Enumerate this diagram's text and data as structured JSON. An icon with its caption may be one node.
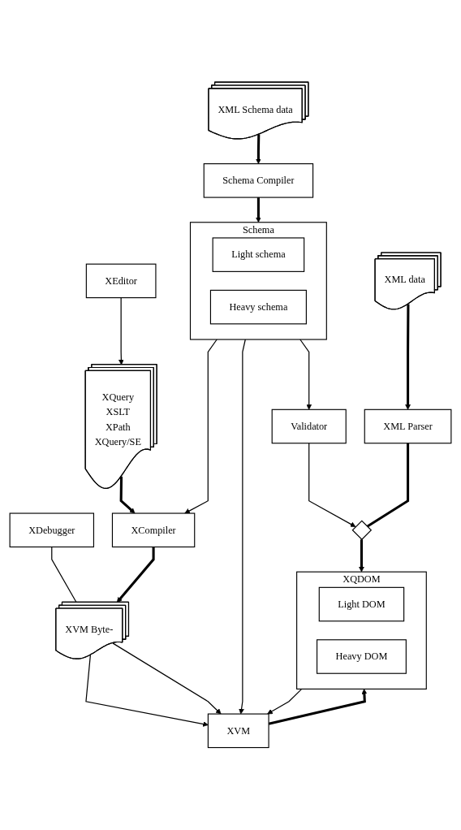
{
  "diagram": {
    "nodes": [
      {
        "text": [
          "XEditor"
        ]
      },
      {
        "text": [
          "XDebugger"
        ]
      },
      {
        "text": [
          "XQuery",
          "XSLT",
          "XPath",
          "XQuery/SE"
        ]
      },
      {
        "text": [
          "XCompiler"
        ]
      },
      {
        "text": [
          "XVM Byte-"
        ]
      },
      {
        "text": [
          "XVM"
        ]
      },
      {
        "text": [
          "Schema"
        ]
      },
      {
        "text": [
          "Light schema"
        ],
        "in": 6
      },
      {
        "text": [
          "Heavy schema"
        ],
        "in": 6
      },
      {
        "text": [
          "XQDOM"
        ]
      },
      {
        "text": [
          "Light DOM"
        ],
        "in": 9
      },
      {
        "text": [
          "Heavy DOM"
        ],
        "in": 9
      },
      {
        "text": [
          "Validator"
        ]
      },
      {
        "text": [],
        "shape": "diamond"
      },
      {
        "text": [
          "Schema Compiler"
        ]
      },
      {
        "text": [
          "XML Parser"
        ]
      },
      {
        "text": [
          "XML Schema data"
        ]
      },
      {
        "text": [
          "XML data"
        ]
      }
    ],
    "edges": [
      {
        "from": 0,
        "to": 2,
        "arrow": "to"
      },
      {
        "from": 1,
        "to": 4,
        "arrow": "none"
      },
      {
        "from": 2,
        "to": 3,
        "arrow": "to",
        "style": "thick"
      },
      {
        "from": 3,
        "to": 4,
        "arrow": "to",
        "style": "thick"
      },
      {
        "from": 4,
        "to": 5,
        "arrow": "to"
      },
      {
        "from": 4,
        "to": 5,
        "arrow": "to"
      },
      {
        "from": 6,
        "to": 3,
        "arrow": "to"
      },
      {
        "from": 6,
        "to": 5,
        "arrow": "to"
      },
      {
        "from": 9,
        "to": 5,
        "arrow": "to"
      },
      {
        "from": 5,
        "to": 9,
        "arrow": "to",
        "style": "thick"
      },
      {
        "from": 6,
        "to": 12,
        "arrow": "to"
      },
      {
        "from": 12,
        "to": 13,
        "arrow": "to"
      },
      {
        "from": 15,
        "to": 13,
        "arrow": "none",
        "style": "thick"
      },
      {
        "from": 13,
        "to": 9,
        "arrow": "to",
        "style": "thick"
      },
      {
        "from": 14,
        "to": 6,
        "arrow": "to",
        "style": "thick"
      },
      {
        "from": 16,
        "to": 14,
        "arrow": "to",
        "style": "thick"
      },
      {
        "from": 17,
        "to": 15,
        "arrow": "to",
        "style": "thick"
      }
    ]
  }
}
